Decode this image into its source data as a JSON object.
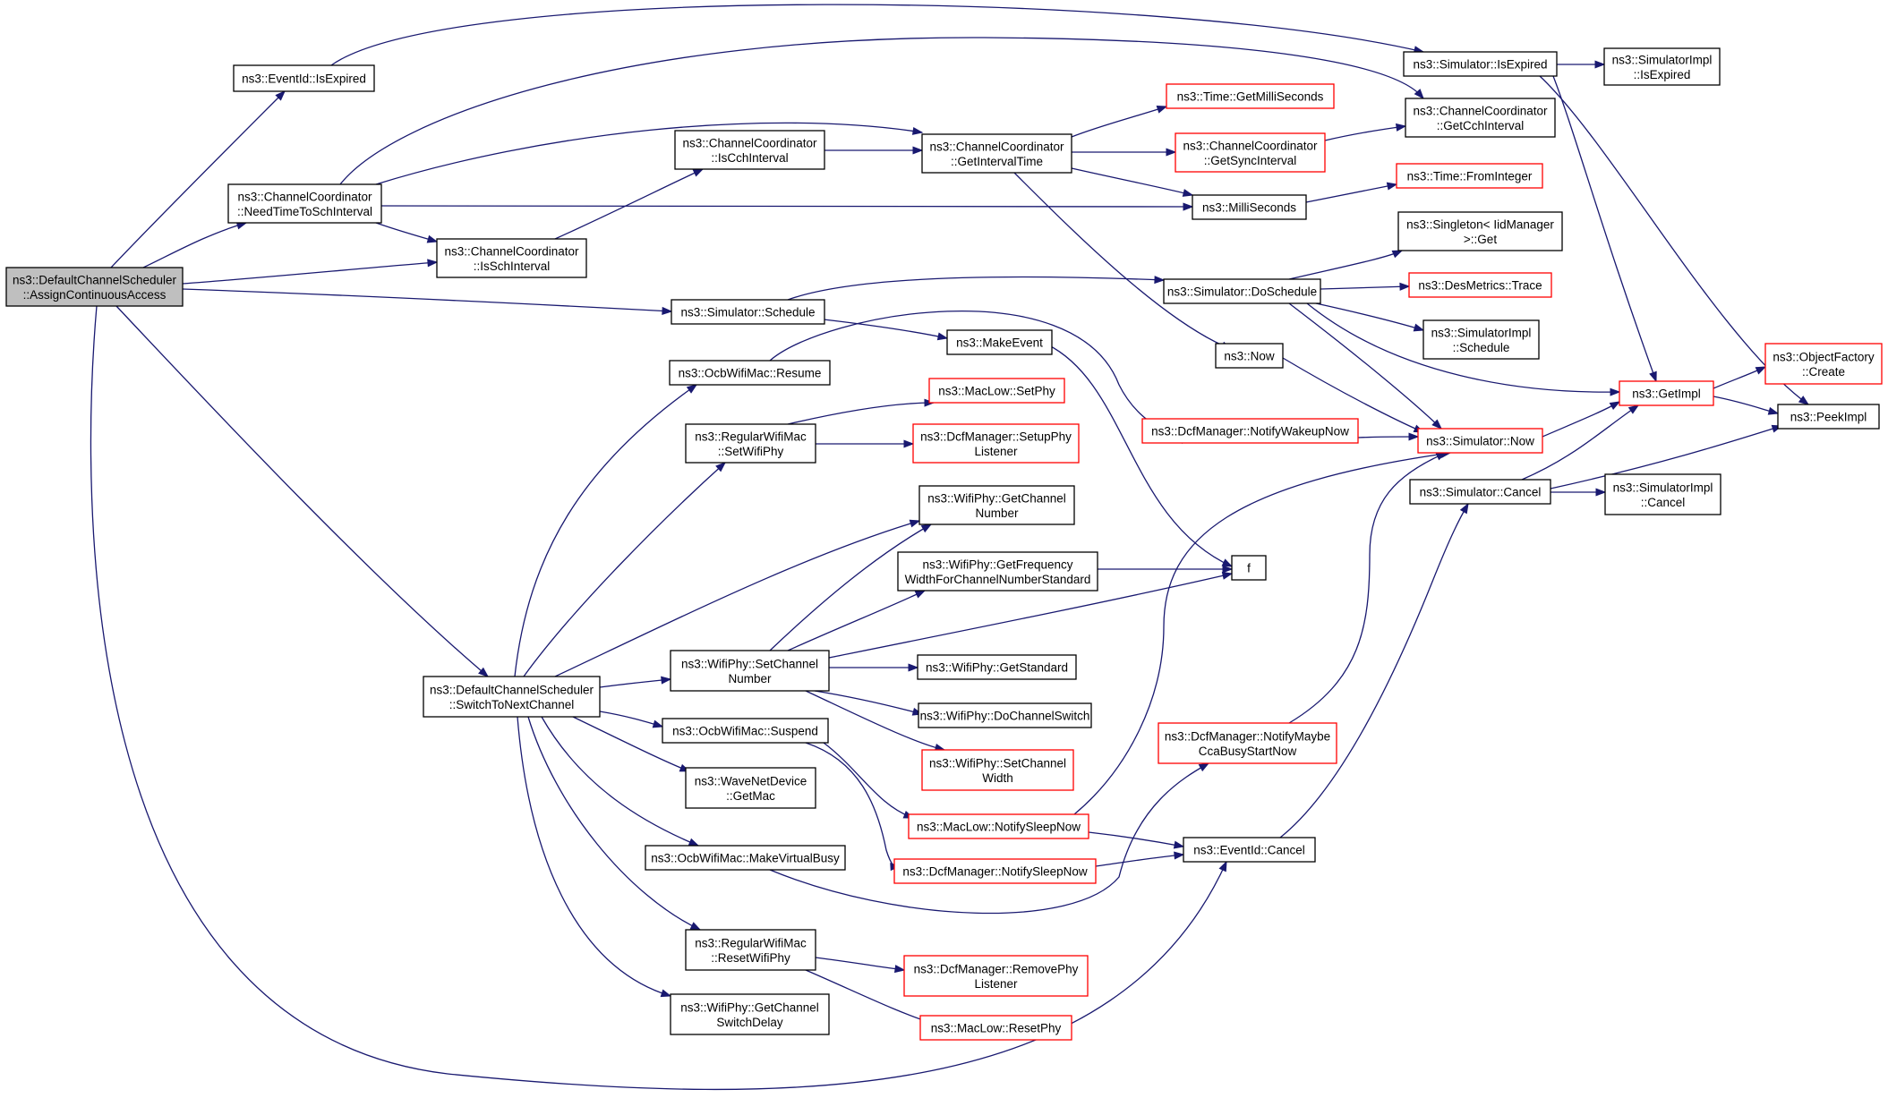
{
  "graph": {
    "colors": {
      "edge": "#191970",
      "black_border": "#000000",
      "red_border": "#ff0000",
      "root_fill": "#bfbfbf"
    },
    "nodes": [
      {
        "id": "root",
        "lines": [
          "ns3::DefaultChannelScheduler",
          "::AssignContinuousAccess"
        ],
        "style": "root"
      },
      {
        "id": "eventid_isexpired",
        "lines": [
          "ns3::EventId::IsExpired"
        ],
        "style": "black"
      },
      {
        "id": "cc_needtime",
        "lines": [
          "ns3::ChannelCoordinator",
          "::NeedTimeToSchInterval"
        ],
        "style": "black"
      },
      {
        "id": "cc_isschinterval",
        "lines": [
          "ns3::ChannelCoordinator",
          "::IsSchInterval"
        ],
        "style": "black"
      },
      {
        "id": "cc_iscchinterval",
        "lines": [
          "ns3::ChannelCoordinator",
          "::IsCchInterval"
        ],
        "style": "black"
      },
      {
        "id": "cc_getintervaltime",
        "lines": [
          "ns3::ChannelCoordinator",
          "::GetIntervalTime"
        ],
        "style": "black"
      },
      {
        "id": "sim_isexpired",
        "lines": [
          "ns3::Simulator::IsExpired"
        ],
        "style": "black"
      },
      {
        "id": "simimpl_isexpired",
        "lines": [
          "ns3::SimulatorImpl",
          "::IsExpired"
        ],
        "style": "black"
      },
      {
        "id": "cc_getcchinterval",
        "lines": [
          "ns3::ChannelCoordinator",
          "::GetCchInterval"
        ],
        "style": "black"
      },
      {
        "id": "time_getms",
        "lines": [
          "ns3::Time::GetMilliSeconds"
        ],
        "style": "red"
      },
      {
        "id": "cc_getsyncinterval",
        "lines": [
          "ns3::ChannelCoordinator",
          "::GetSyncInterval"
        ],
        "style": "red"
      },
      {
        "id": "milliseconds",
        "lines": [
          "ns3::MilliSeconds"
        ],
        "style": "black"
      },
      {
        "id": "time_frominteger",
        "lines": [
          "ns3::Time::FromInteger"
        ],
        "style": "red"
      },
      {
        "id": "singleton_get",
        "lines": [
          "ns3::Singleton< IidManager",
          ">::Get"
        ],
        "style": "black"
      },
      {
        "id": "sim_schedule",
        "lines": [
          "ns3::Simulator::Schedule"
        ],
        "style": "black"
      },
      {
        "id": "sim_doschedule",
        "lines": [
          "ns3::Simulator::DoSchedule"
        ],
        "style": "black"
      },
      {
        "id": "desmetrics_trace",
        "lines": [
          "ns3::DesMetrics::Trace"
        ],
        "style": "red"
      },
      {
        "id": "simimpl_schedule",
        "lines": [
          "ns3::SimulatorImpl",
          "::Schedule"
        ],
        "style": "black"
      },
      {
        "id": "makeevent",
        "lines": [
          "ns3::MakeEvent"
        ],
        "style": "black"
      },
      {
        "id": "now",
        "lines": [
          "ns3::Now"
        ],
        "style": "black"
      },
      {
        "id": "objectfactory_create",
        "lines": [
          "ns3::ObjectFactory",
          "::Create"
        ],
        "style": "red"
      },
      {
        "id": "getimpl",
        "lines": [
          "ns3::GetImpl"
        ],
        "style": "red"
      },
      {
        "id": "peekimpl",
        "lines": [
          "ns3::PeekImpl"
        ],
        "style": "black"
      },
      {
        "id": "ocb_resume",
        "lines": [
          "ns3::OcbWifiMac::Resume"
        ],
        "style": "black"
      },
      {
        "id": "maclow_setphy",
        "lines": [
          "ns3::MacLow::SetPhy"
        ],
        "style": "red"
      },
      {
        "id": "rwm_setwifiphy",
        "lines": [
          "ns3::RegularWifiMac",
          "::SetWifiPhy"
        ],
        "style": "black"
      },
      {
        "id": "dcf_setupphylistener",
        "lines": [
          "ns3::DcfManager::SetupPhy",
          "Listener"
        ],
        "style": "red"
      },
      {
        "id": "dcf_notifywakeupnow",
        "lines": [
          "ns3::DcfManager::NotifyWakeupNow"
        ],
        "style": "red"
      },
      {
        "id": "sim_now",
        "lines": [
          "ns3::Simulator::Now"
        ],
        "style": "red"
      },
      {
        "id": "sim_cancel",
        "lines": [
          "ns3::Simulator::Cancel"
        ],
        "style": "black"
      },
      {
        "id": "simimpl_cancel",
        "lines": [
          "ns3::SimulatorImpl",
          "::Cancel"
        ],
        "style": "black"
      },
      {
        "id": "wp_getchannelnumber",
        "lines": [
          "ns3::WifiPhy::GetChannel",
          "Number"
        ],
        "style": "black"
      },
      {
        "id": "wp_getfreqwidth",
        "lines": [
          "ns3::WifiPhy::GetFrequency",
          "WidthForChannelNumberStandard"
        ],
        "style": "black"
      },
      {
        "id": "f",
        "lines": [
          "f"
        ],
        "style": "black"
      },
      {
        "id": "dcs_switchtonext",
        "lines": [
          "ns3::DefaultChannelScheduler",
          "::SwitchToNextChannel"
        ],
        "style": "black"
      },
      {
        "id": "wp_setchannelnumber",
        "lines": [
          "ns3::WifiPhy::SetChannel",
          "Number"
        ],
        "style": "black"
      },
      {
        "id": "wp_getstandard",
        "lines": [
          "ns3::WifiPhy::GetStandard"
        ],
        "style": "black"
      },
      {
        "id": "wp_dochannelswitch",
        "lines": [
          "ns3::WifiPhy::DoChannelSwitch"
        ],
        "style": "black"
      },
      {
        "id": "ocb_suspend",
        "lines": [
          "ns3::OcbWifiMac::Suspend"
        ],
        "style": "black"
      },
      {
        "id": "wp_setchannelwidth",
        "lines": [
          "ns3::WifiPhy::SetChannel",
          "Width"
        ],
        "style": "red"
      },
      {
        "id": "dcf_notifymaybeccabusy",
        "lines": [
          "ns3::DcfManager::NotifyMaybe",
          "CcaBusyStartNow"
        ],
        "style": "red"
      },
      {
        "id": "wnd_getmac",
        "lines": [
          "ns3::WaveNetDevice",
          "::GetMac"
        ],
        "style": "black"
      },
      {
        "id": "maclow_notifysleepnow",
        "lines": [
          "ns3::MacLow::NotifySleepNow"
        ],
        "style": "red"
      },
      {
        "id": "ocb_makevirtualbusy",
        "lines": [
          "ns3::OcbWifiMac::MakeVirtualBusy"
        ],
        "style": "black"
      },
      {
        "id": "eventid_cancel",
        "lines": [
          "ns3::EventId::Cancel"
        ],
        "style": "black"
      },
      {
        "id": "dcf_notifysleepnow",
        "lines": [
          "ns3::DcfManager::NotifySleepNow"
        ],
        "style": "red"
      },
      {
        "id": "rwm_resetwifiphy",
        "lines": [
          "ns3::RegularWifiMac",
          "::ResetWifiPhy"
        ],
        "style": "black"
      },
      {
        "id": "dcf_removephylistener",
        "lines": [
          "ns3::DcfManager::RemovePhy",
          "Listener"
        ],
        "style": "red"
      },
      {
        "id": "wp_getchannelswitchdelay",
        "lines": [
          "ns3::WifiPhy::GetChannel",
          "SwitchDelay"
        ],
        "style": "black"
      },
      {
        "id": "maclow_resetphy",
        "lines": [
          "ns3::MacLow::ResetPhy"
        ],
        "style": "red"
      }
    ]
  }
}
